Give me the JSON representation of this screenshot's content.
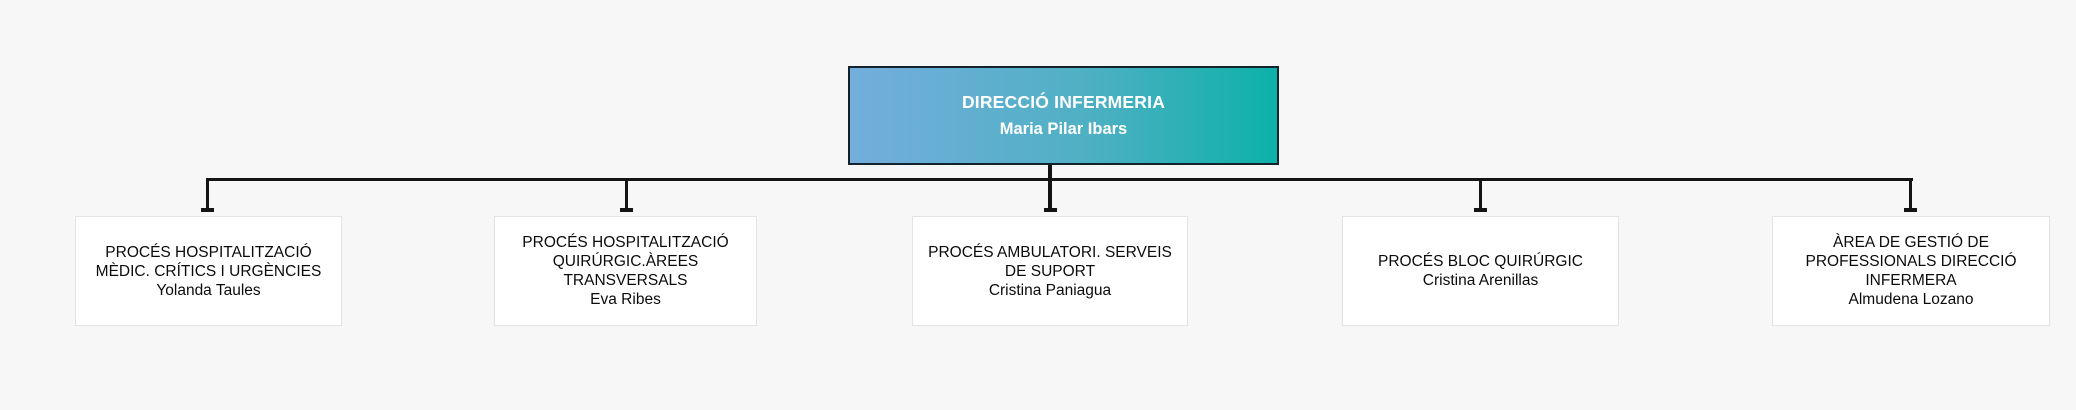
{
  "page": {
    "background_color": "#f7f7f8"
  },
  "org_chart": {
    "connector_color": "#141414",
    "root": {
      "title": "DIRECCIÓ INFERMERIA",
      "name": "Maria Pilar Ibars",
      "gradient_start_color": "#74aedd",
      "gradient_end_color": "#0cb1a9",
      "text_color": "#ffffff",
      "border_color": "#13222b"
    },
    "children": [
      {
        "title": "PROCÉS HOSPITALITZACIÓ\nMÈDIC. CRÍTICS I URGÈNCIES",
        "name": "Yolanda Taules"
      },
      {
        "title": "PROCÉS HOSPITALITZACIÓ\nQUIRÚRGIC.ÀREES\nTRANSVERSALS",
        "name": "Eva Ribes"
      },
      {
        "title": "PROCÉS AMBULATORI. SERVEIS\nDE SUPORT",
        "name": "Cristina Paniagua"
      },
      {
        "title": "PROCÉS BLOC QUIRÚRGIC",
        "name": "Cristina Arenillas"
      },
      {
        "title": "ÀREA DE GESTIÓ DE\nPROFESSIONALS DIRECCIÓ\nINFERMERA",
        "name": "Almudena Lozano"
      }
    ]
  }
}
